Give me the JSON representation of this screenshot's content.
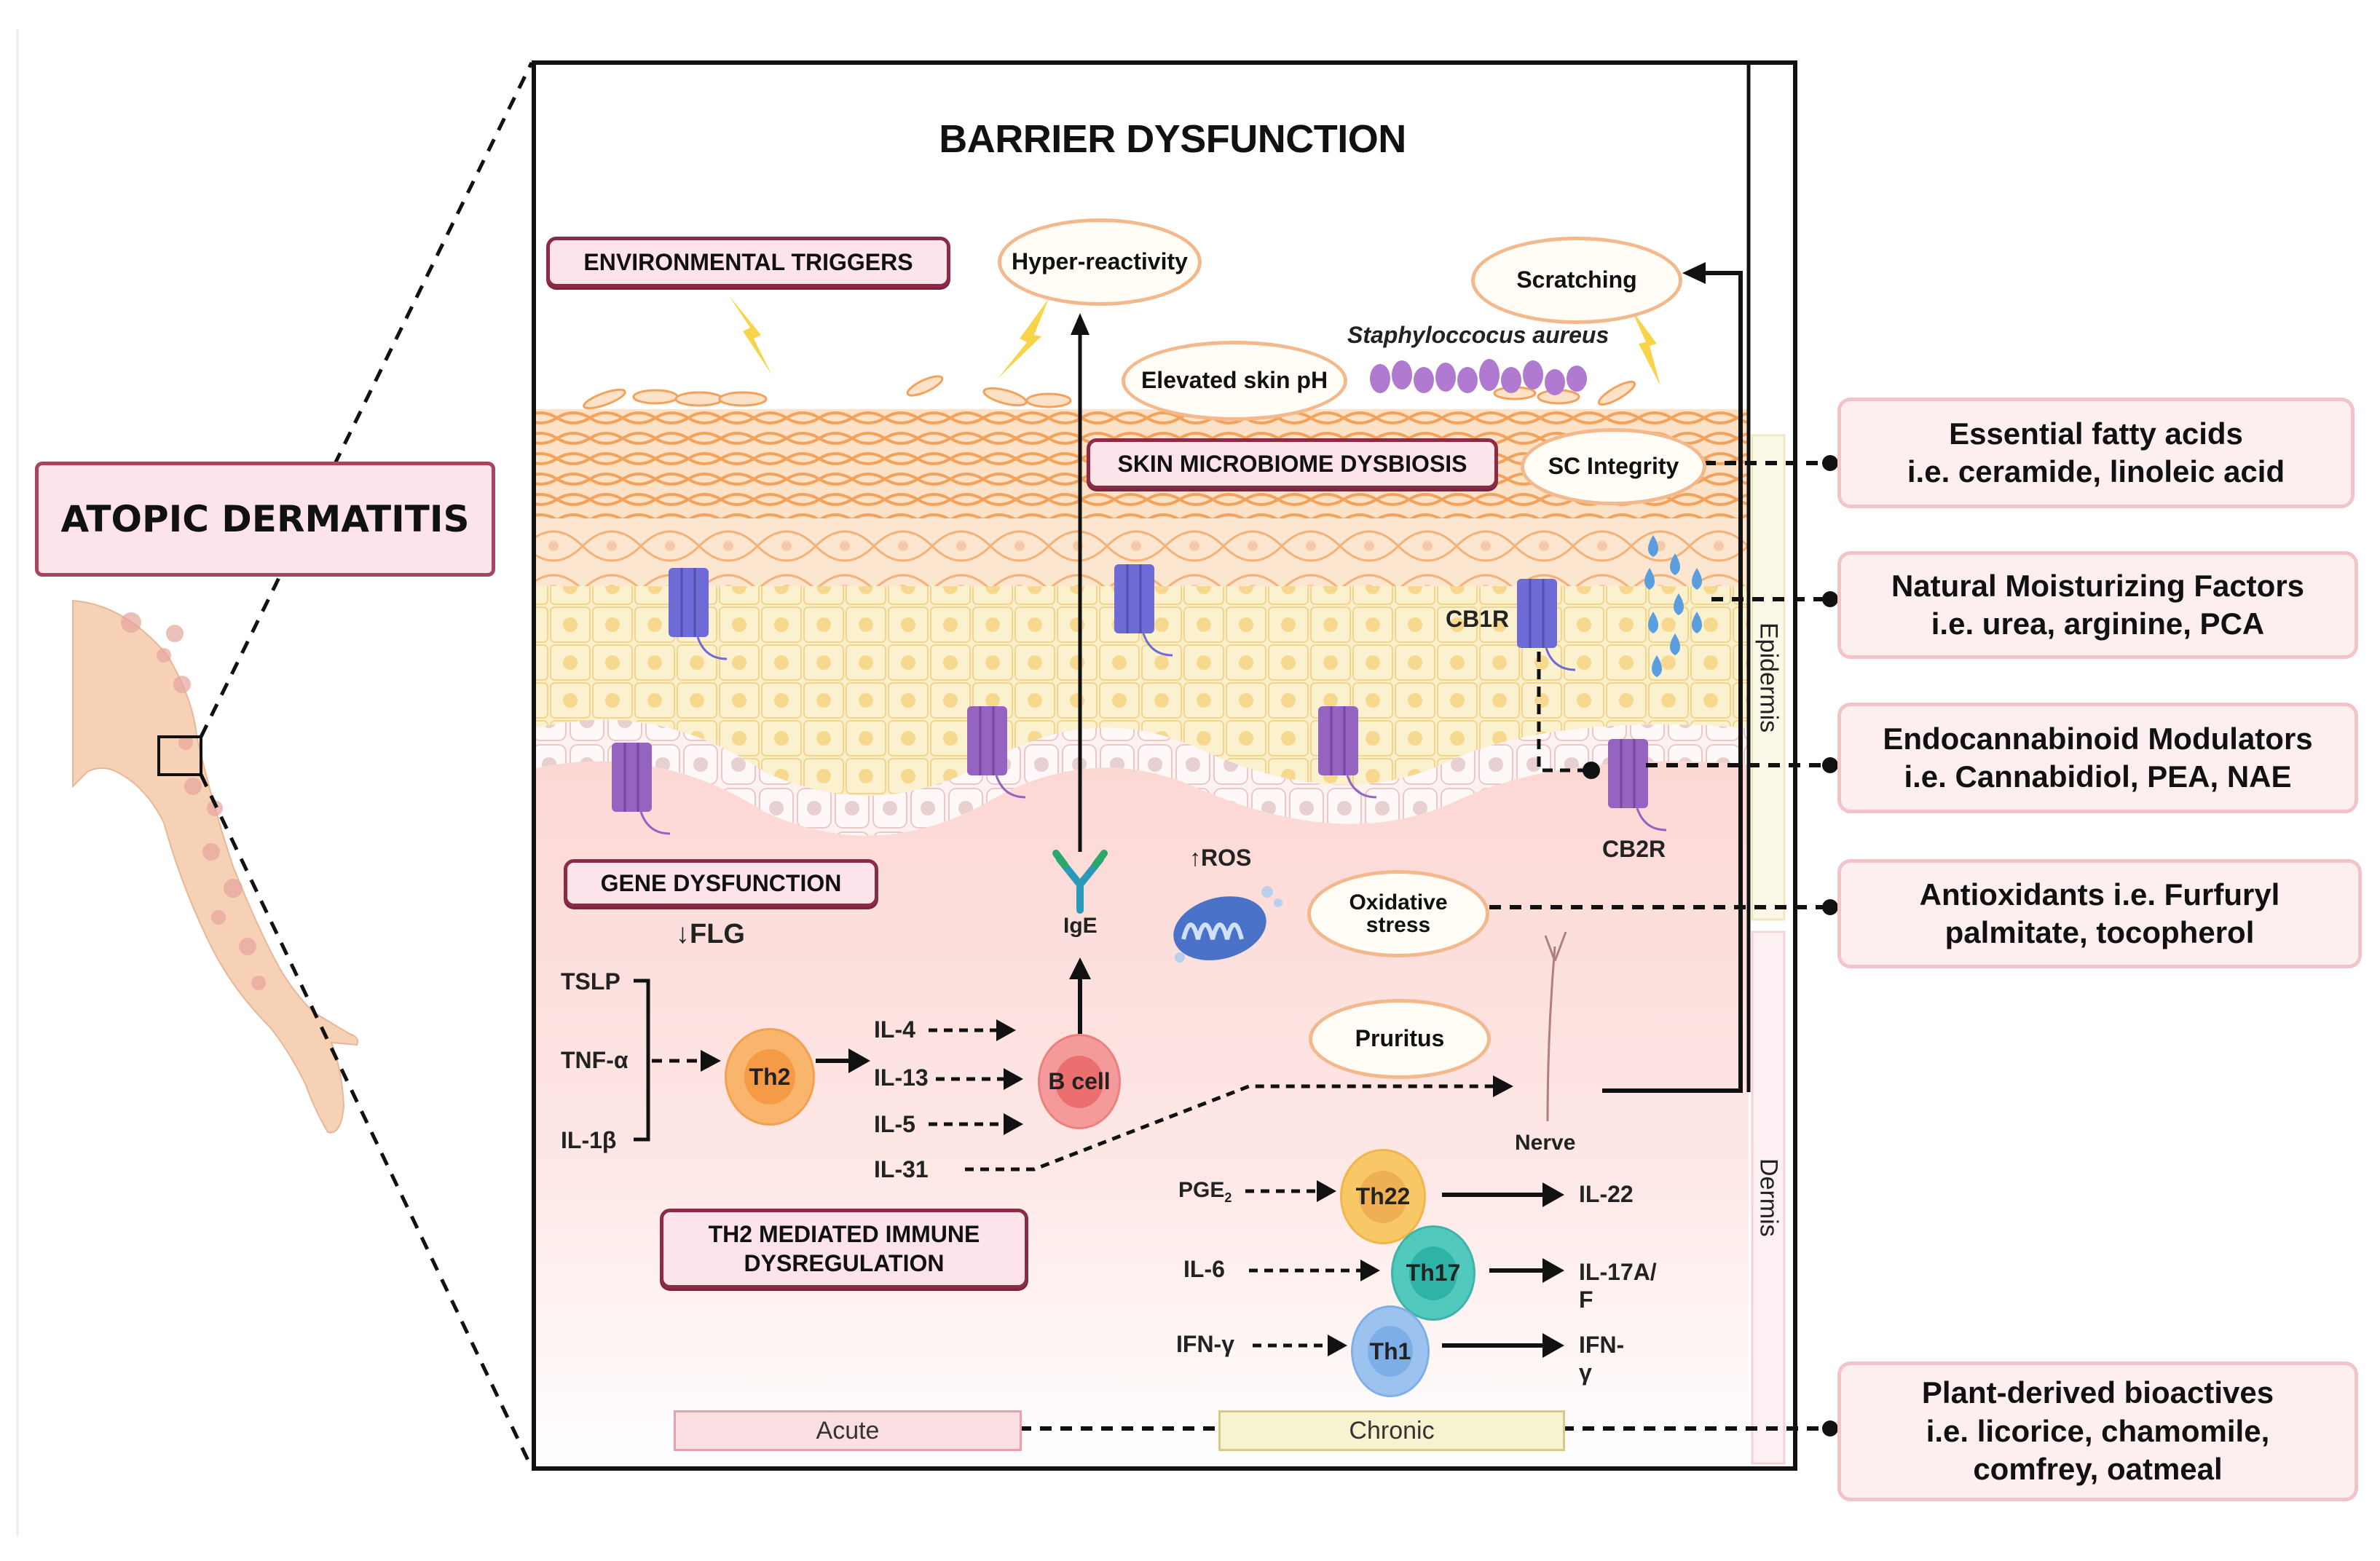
{
  "main_title": "ATOPIC DERMATITIS",
  "panel_title": "BARRIER DYSFUNCTION",
  "category_boxes": {
    "environmental_triggers": "ENVIRONMENTAL TRIGGERS",
    "skin_microbiome": "SKIN MICROBIOME DYSBIOSIS",
    "gene_dysfunction": "GENE DYSFUNCTION",
    "th2_dysregulation_line1": "TH2 MEDIATED IMMUNE",
    "th2_dysregulation_line2": "DYSREGULATION"
  },
  "ellipses": {
    "hyper_reactivity": "Hyper-reactivity",
    "scratching": "Scratching",
    "elevated_ph": "Elevated skin pH",
    "sc_integrity": "SC Integrity",
    "oxidative_line1": "Oxidative",
    "oxidative_line2": "stress",
    "pruritus": "Pruritus"
  },
  "labels": {
    "staph": "Staphyloccocus aureus",
    "cb1r": "CB1R",
    "cb2r": "CB2R",
    "ros": "ROS",
    "ige": "IgE",
    "flg": "FLG",
    "nerve": "Nerve",
    "epidermis": "Epidermis",
    "dermis": "Dermis"
  },
  "th2_pathway": {
    "inputs": [
      "TSLP",
      "TNF-α",
      "IL-1β"
    ],
    "th2_cell": "Th2",
    "b_cell": "B cell",
    "cytokines": [
      "IL-4",
      "IL-13",
      "IL-5",
      "IL-31"
    ]
  },
  "chronic_pathway": [
    {
      "input": "PGE",
      "input_sub": "2",
      "cell": "Th22",
      "output_line1": "IL-22",
      "output_line2": ""
    },
    {
      "input": "IL-6",
      "input_sub": "",
      "cell": "Th17",
      "output_line1": "IL-17A/",
      "output_line2": "F"
    },
    {
      "input": "IFN-γ",
      "input_sub": "",
      "cell": "Th1",
      "output_line1": "IFN-",
      "output_line2": "γ"
    }
  ],
  "stages": {
    "acute": "Acute",
    "chronic": "Chronic"
  },
  "treatments": [
    {
      "line1": "Essential fatty acids",
      "line2": "i.e. ceramide, linoleic acid",
      "line3": ""
    },
    {
      "line1": "Natural Moisturizing Factors",
      "line2": "i.e. urea, arginine, PCA",
      "line3": ""
    },
    {
      "line1": "Endocannabinoid Modulators",
      "line2": "i.e. Cannabidiol, PEA, NAE",
      "line3": ""
    },
    {
      "line1": "Antioxidants i.e. Furfuryl",
      "line2": "palmitate, tocopherol",
      "line3": ""
    },
    {
      "line1": "Plant-derived bioactives",
      "line2": "i.e. licorice, chamomile,",
      "line3": "comfrey, oatmeal"
    }
  ],
  "colors": {
    "title_box_fill": "#fde4ea",
    "title_box_border": "#8a2c47",
    "ellipse_border": "#f3b98c",
    "side_box_fill": "#fdeef0",
    "side_box_border": "#f2c3c9",
    "th2": "#f7a85c",
    "b_cell": "#f27a7a",
    "th22": "#f6c05c",
    "th17": "#3fc1b5",
    "th1": "#8ab6ec",
    "acute_fill": "#fbdfe3",
    "chronic_fill": "#f7f2cf",
    "receptor": "#7a68d8"
  }
}
